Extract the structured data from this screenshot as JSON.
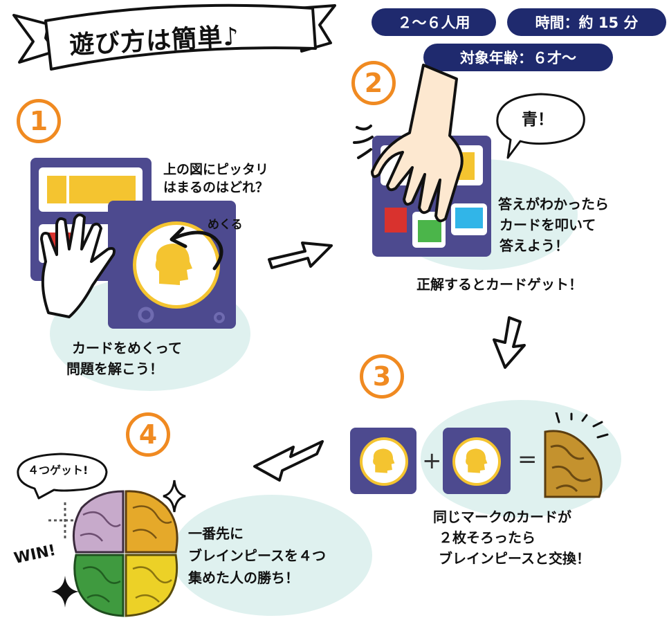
{
  "banner": {
    "title": "遊び方は簡単♪"
  },
  "info": {
    "players": "２〜６人用",
    "time": "時間：約 15 分",
    "age": "対象年齢：６才〜"
  },
  "steps": {
    "s1": {
      "number": "1",
      "question": [
        "上の図にピッタリ",
        "はまるのはどれ？"
      ],
      "flip_label": "めくる",
      "caption": [
        "カードをめくって",
        "問題を解こう！"
      ]
    },
    "s2": {
      "number": "2",
      "shout": "青！",
      "caption": [
        "答えがわかったら",
        "カードを叩いて",
        "答えよう！"
      ],
      "result": "正解するとカードゲット！"
    },
    "s3": {
      "number": "3",
      "plus": "+",
      "equals": "=",
      "caption": [
        "同じマークのカードが",
        "２枚そろったら",
        "ブレインピースと交換！"
      ]
    },
    "s4": {
      "number": "4",
      "bubble": "４つゲット!",
      "win": "WIN!",
      "caption": [
        "一番先に",
        "ブレインピースを４つ",
        "集めた人の勝ち！"
      ]
    }
  },
  "colors": {
    "accent": "#f08a21",
    "navy": "#1f2a6e",
    "card": "#4d4a8f",
    "blob": "#dff1ef"
  }
}
